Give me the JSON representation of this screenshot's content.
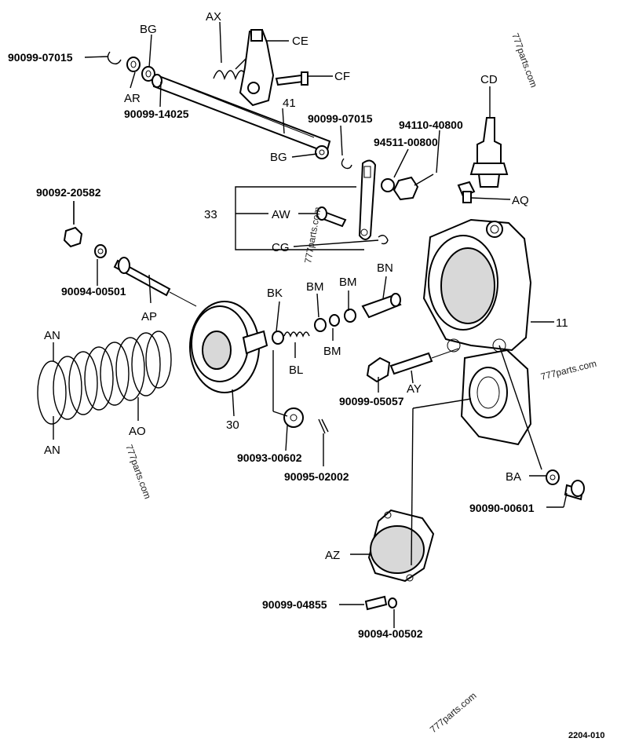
{
  "labels": {
    "ax": "AX",
    "bg_top": "BG",
    "ce": "CE",
    "cf": "CF",
    "p90099_07015_a": "90099-07015",
    "ar": "AR",
    "p90099_14025": "90099-14025",
    "n41": "41",
    "p90099_07015_b": "90099-07015",
    "bg_mid": "BG",
    "p94110_40800": "94110-40800",
    "p94511_00800": "94511-00800",
    "cd": "CD",
    "aq": "AQ",
    "p90092_20582": "90092-20582",
    "n33": "33",
    "aw": "AW",
    "cg": "CG",
    "p90094_00501": "90094-00501",
    "ap": "AP",
    "bk": "BK",
    "bm1": "BM",
    "bm2": "BM",
    "bm3": "BM",
    "bn": "BN",
    "bl": "BL",
    "n11": "11",
    "an_top": "AN",
    "an_bot": "AN",
    "ao": "AO",
    "n30": "30",
    "ay": "AY",
    "p90099_05057": "90099-05057",
    "p90093_00602": "90093-00602",
    "p90095_02002": "90095-02002",
    "ba": "BA",
    "p90090_00601": "90090-00601",
    "az": "AZ",
    "p90099_04855": "90099-04855",
    "p90094_00502": "90094-00502"
  },
  "watermarks": [
    "777parts.com",
    "777parts.com",
    "777parts.com",
    "777parts.com",
    "777parts.com"
  ],
  "figure_ref": "2204-010"
}
